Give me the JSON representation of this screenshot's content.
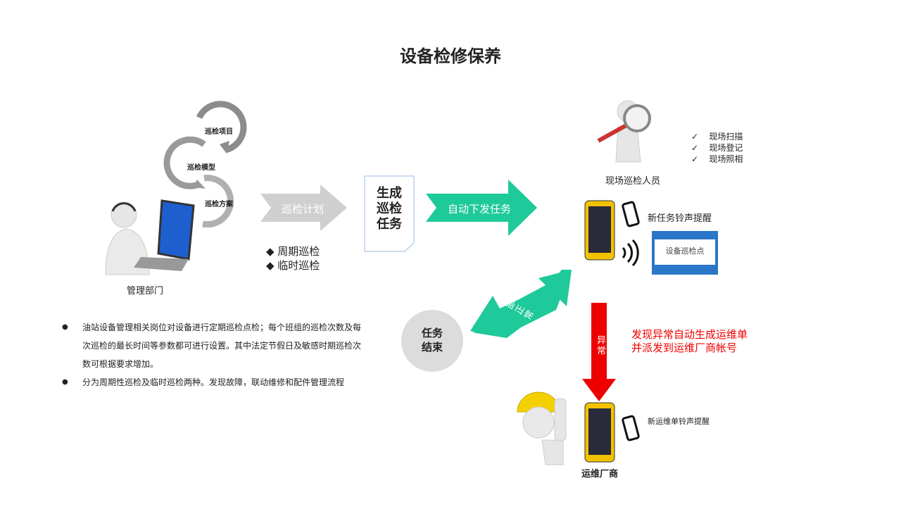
{
  "title": "设备检修保养",
  "cycle": [
    "巡检项目",
    "巡检模型",
    "巡检方案"
  ],
  "manager_label": "管理部门",
  "plan_arrow": "巡检计划",
  "plan_types": [
    "◆ 周期巡检",
    "◆ 临时巡检"
  ],
  "doc_label": [
    "生成",
    "巡检",
    "任务"
  ],
  "dispatch_arrow": "自动下发任务",
  "inspector_label": "现场巡检人员",
  "checklist": [
    "现场扫描",
    "现场登记",
    "现场照相"
  ],
  "new_task_ring": "新任务铃声提醒",
  "screen_title": "设备巡检点",
  "normal_arrow": "全部正常",
  "end_circle": [
    "任务",
    "结束"
  ],
  "abnormal_arrow": "异常",
  "abnormal_note": "发现异常自动生成运维单并派发到运维厂商帐号",
  "vendor_ring": "新运维单铃声提醒",
  "vendor_label": "运维厂商",
  "bullets": [
    "油站设备管理相关岗位对设备进行定期巡检点检；每个班组的巡检次数及每次巡检的最长时间等参数都可进行设置。其中法定节假日及敏感时期巡检次数可根据要求增加。",
    "分为周期性巡检及临时巡检两种。发现故障，联动维修和配件管理流程"
  ],
  "colors": {
    "green": "#1ec99a",
    "red": "#ee0000",
    "gray_arrow": "#cfcfcf",
    "cycle": "#8c8c8c"
  }
}
